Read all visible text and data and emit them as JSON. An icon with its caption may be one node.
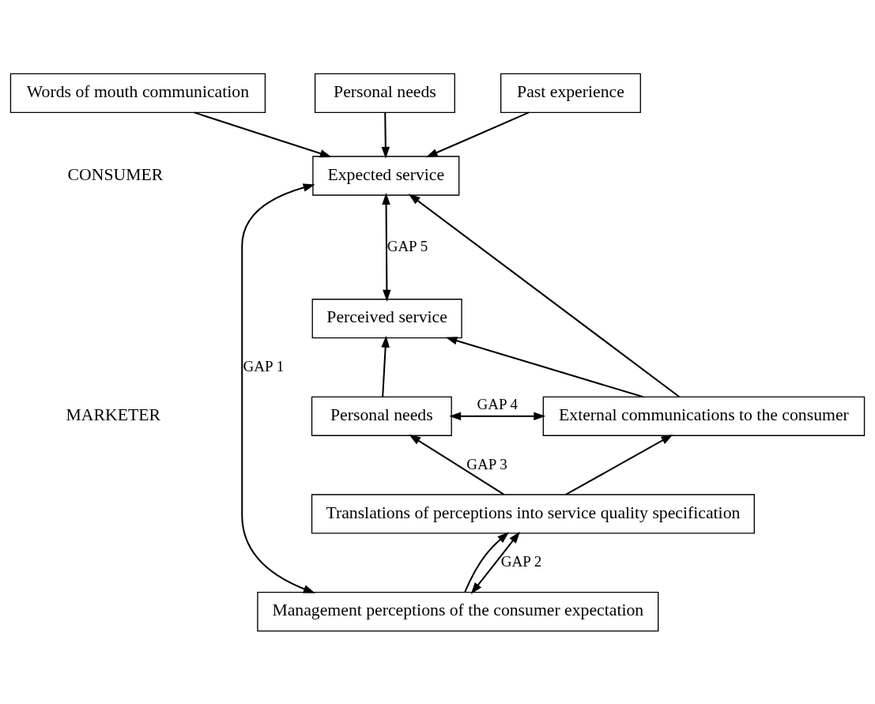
{
  "diagram": {
    "nodes": [
      {
        "text": [
          "Words of mouth communication"
        ]
      },
      {
        "text": [
          "Personal needs"
        ]
      },
      {
        "text": [
          "Past experience"
        ]
      },
      {
        "text": [
          "Expected service"
        ]
      },
      {
        "text": [
          "Perceived service"
        ]
      },
      {
        "text": [
          "Personal needs"
        ]
      },
      {
        "text": [
          "External communications to the consumer"
        ]
      },
      {
        "text": [
          "Translations of perceptions into service quality specification"
        ]
      },
      {
        "text": [
          "Management perceptions of the consumer expectation"
        ]
      }
    ],
    "edges": [
      {
        "from": 0,
        "to": 3,
        "arrow": "to"
      },
      {
        "from": 1,
        "to": 3,
        "arrow": "to"
      },
      {
        "from": 2,
        "to": 3,
        "arrow": "to"
      },
      {
        "from": 3,
        "to": 4,
        "arrow": "both",
        "label": "GAP 5"
      },
      {
        "from": 5,
        "to": 4,
        "arrow": "to"
      },
      {
        "from": 6,
        "to": 3,
        "arrow": "to"
      },
      {
        "from": 6,
        "to": 4,
        "arrow": "to"
      },
      {
        "from": 5,
        "to": 6,
        "arrow": "both",
        "label": "GAP 4"
      },
      {
        "from": 7,
        "to": 5,
        "arrow": "to",
        "label": "GAP 3"
      },
      {
        "from": 7,
        "to": 6,
        "arrow": "to"
      },
      {
        "from": 8,
        "to": 7,
        "arrow": "both",
        "label": "GAP 2"
      },
      {
        "from": 8,
        "to": 7,
        "arrow": "to"
      },
      {
        "from": 8,
        "to": 3,
        "arrow": "both",
        "label": "GAP 1"
      }
    ],
    "labels": [
      "CONSUMER",
      "MARKETER"
    ]
  }
}
